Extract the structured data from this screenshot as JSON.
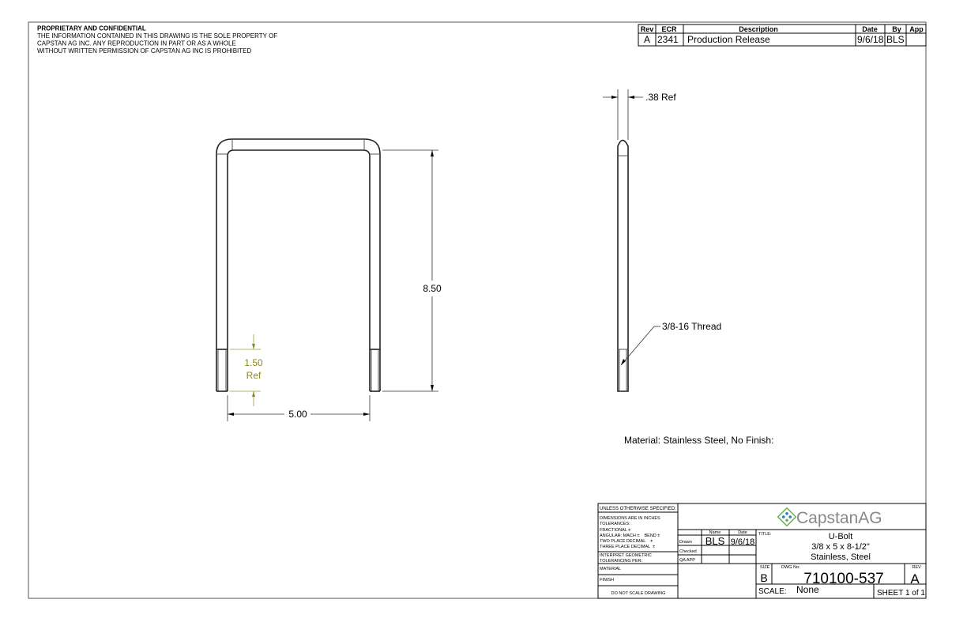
{
  "notice": {
    "heading": "PROPRIETARY AND CONFIDENTIAL",
    "lines": [
      "THE INFORMATION CONTAINED IN THIS DRAWING IS THE SOLE PROPERTY OF",
      "CAPSTAN AG INC. ANY REPRODUCTION IN PART OR AS A WHOLE",
      "WITHOUT WRITTEN PERMISSION OF CAPSTAN AG INC IS PROHIBITED"
    ]
  },
  "revision_table": {
    "headers": [
      "Rev",
      "ECR",
      "Description",
      "Date",
      "By",
      "App"
    ],
    "rows": [
      [
        "A",
        "2341",
        "Production Release",
        "9/6/18",
        "BLS",
        ""
      ]
    ]
  },
  "dimensions": {
    "height": "8.50",
    "width": "5.00",
    "thread_length": "1.50",
    "thread_length_suffix": "Ref",
    "diameter": ".38 Ref",
    "thread_callout": "3/8-16 Thread"
  },
  "material_note": "Material: Stainless Steel, No Finish:",
  "title_block": {
    "unless": "UNLESS OTHERWISE SPECIFIED:",
    "tol_lines": [
      "DIMENSIONS ARE IN INCHES",
      "TOLERANCES:",
      "FRACTIONAL ±",
      "ANGULAR: MACH ±    BEND ±",
      "TWO PLACE DECIMAL    ±",
      "THREE PLACE DECIMAL  ±"
    ],
    "interpret": [
      "INTERPRET GEOMETRIC",
      "TOLERANCING PER:"
    ],
    "material_label": "MATERIAL",
    "finish_label": "FINISH",
    "do_not_scale": "DO NOT SCALE DRAWING",
    "name_label": "Name",
    "date_label": "Date",
    "drawn_label": "Drawn",
    "checked_label": "Checked",
    "qa_label": "QA APP",
    "drawn_name": "BLS",
    "drawn_date": "9/6/18",
    "company": "CapstanAG",
    "title_label": "TITLE:",
    "title_lines": [
      "U-Bolt",
      "3/8 x 5 x 8-1/2\"",
      "Stainless, Steel"
    ],
    "size_label": "SIZE",
    "size": "B",
    "dwg_label": "DWG No:",
    "dwg_no": "710100-537",
    "rev_label": "REV",
    "rev": "A",
    "scale_label": "SCALE:",
    "scale": "None",
    "sheet": "SHEET 1 of 1"
  },
  "colors": {
    "reference_dim": "#8a8a1a",
    "logo_blue": "#2a7fc0",
    "logo_green": "#6ab04c"
  }
}
